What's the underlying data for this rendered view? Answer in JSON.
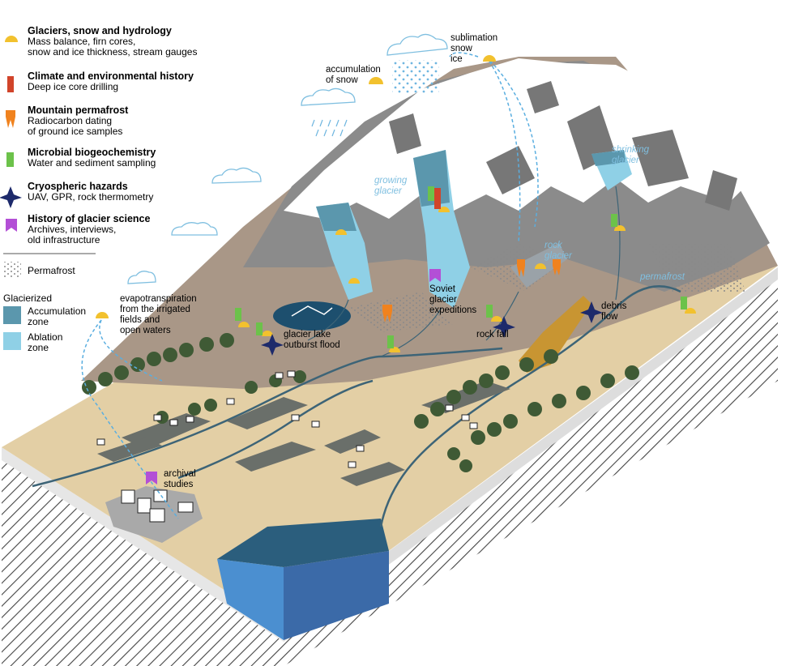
{
  "legend": {
    "items": [
      {
        "title": "Glaciers, snow and hydrology",
        "lines": [
          "Mass balance, firn cores,",
          "snow and ice thickness, stream gauges"
        ],
        "icon": "semicircle-icon",
        "color": "#f2c12e"
      },
      {
        "title": "Climate and environmental history",
        "lines": [
          "Deep ice core drilling"
        ],
        "icon": "ice-core-icon",
        "color": "#d1442a"
      },
      {
        "title": "Mountain permafrost",
        "lines": [
          "Radiocarbon dating",
          "of ground ice samples"
        ],
        "icon": "permafrost-sample-icon",
        "color": "#f0821e"
      },
      {
        "title": "Microbial biogeochemistry",
        "lines": [
          "Water and sediment sampling"
        ],
        "icon": "sample-tube-icon",
        "color": "#6cc24a"
      },
      {
        "title": "Cryospheric hazards",
        "lines": [
          "UAV, GPR, rock thermometry"
        ],
        "icon": "star-marker-icon",
        "color": "#1d2a6b"
      },
      {
        "title": "History of glacier science",
        "lines": [
          "Archives, interviews,",
          "old infrastructure"
        ],
        "icon": "bookmark-icon",
        "color": "#b34fd6"
      }
    ],
    "permafrost_label": "Permafrost",
    "glacierized_label": "Glacierized",
    "zones": [
      {
        "lines": [
          "Accumulation",
          "zone"
        ],
        "color": "#5b97ad"
      },
      {
        "lines": [
          "Ablation",
          "zone"
        ],
        "color": "#8fd0e6"
      }
    ]
  },
  "labels": {
    "sublimation": [
      "sublimation",
      "snow",
      "ice"
    ],
    "accumulation": [
      "accumulation",
      "of snow"
    ],
    "growing_glacier": [
      "growing",
      "glacier"
    ],
    "shrinking_glacier": [
      "shrinking",
      "glacier"
    ],
    "rock_glacier": [
      "rock",
      "glacier"
    ],
    "permafrost_map": "permafrost",
    "soviet": [
      "Soviet",
      "glacier",
      "expeditions"
    ],
    "evapotranspiration": [
      "evapotranspiration",
      "from the irrigated",
      "fields and",
      "open waters"
    ],
    "glof": [
      "glacier lake",
      "outburst flood"
    ],
    "rock_fall": "rock fall",
    "debris_flow": [
      "debris",
      "flow"
    ],
    "archival": [
      "archival",
      "studies"
    ]
  }
}
